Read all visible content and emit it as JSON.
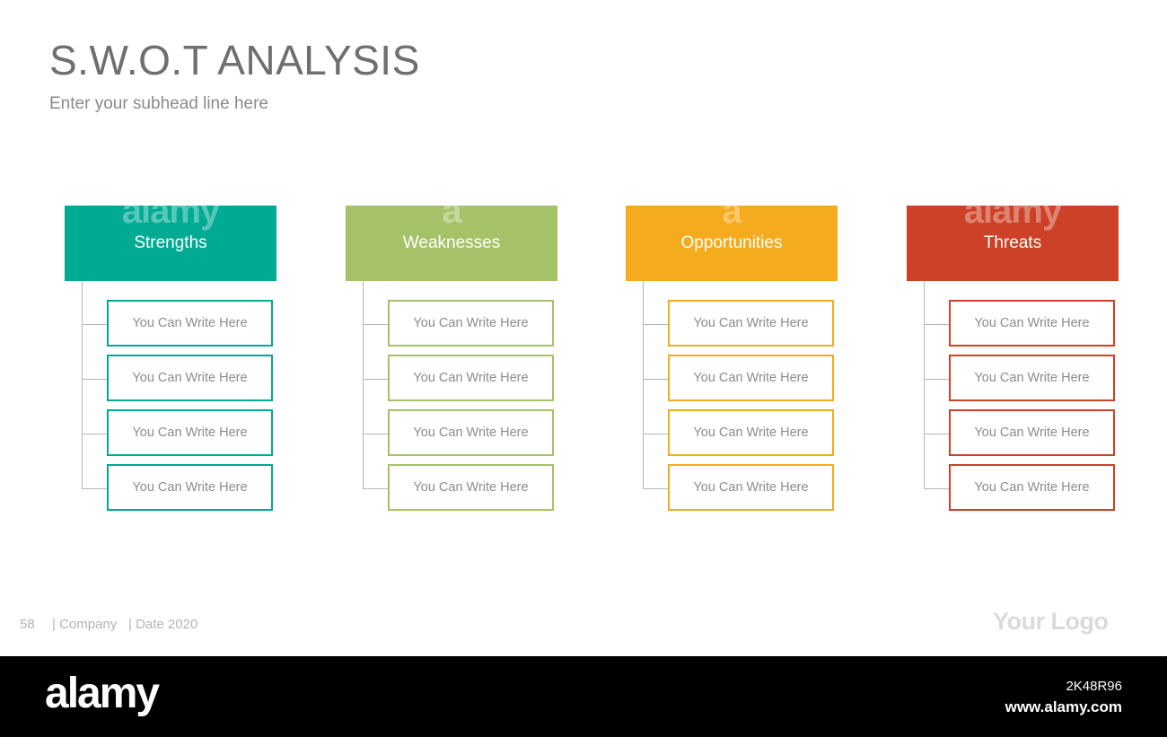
{
  "title": "S.W.O.T ANALYSIS",
  "subtitle": "Enter your subhead line here",
  "columns": [
    {
      "label": "Strengths",
      "color": "#00aa93",
      "watermark": "alamy",
      "items": [
        "You Can Write Here",
        "You Can Write Here",
        "You Can Write Here",
        "You Can Write Here"
      ]
    },
    {
      "label": "Weaknesses",
      "color": "#a5c268",
      "watermark": "a",
      "items": [
        "You Can Write Here",
        "You Can Write Here",
        "You Can Write Here",
        "You Can Write Here"
      ]
    },
    {
      "label": "Opportunities",
      "color": "#f4ab1d",
      "watermark": "a",
      "items": [
        "You Can Write Here",
        "You Can Write Here",
        "You Can Write Here",
        "You Can Write Here"
      ]
    },
    {
      "label": "Threats",
      "color": "#cc4127",
      "watermark": "alamy",
      "items": [
        "You Can Write Here",
        "You Can Write Here",
        "You Can Write Here",
        "You Can Write Here"
      ]
    }
  ],
  "footer": {
    "page_number": "58",
    "company": "| Company",
    "date": "| Date 2020",
    "logo": "Your Logo"
  },
  "watermark_bar": {
    "brand": "alamy",
    "image_id": "2K48R96",
    "url": "www.alamy.com"
  }
}
